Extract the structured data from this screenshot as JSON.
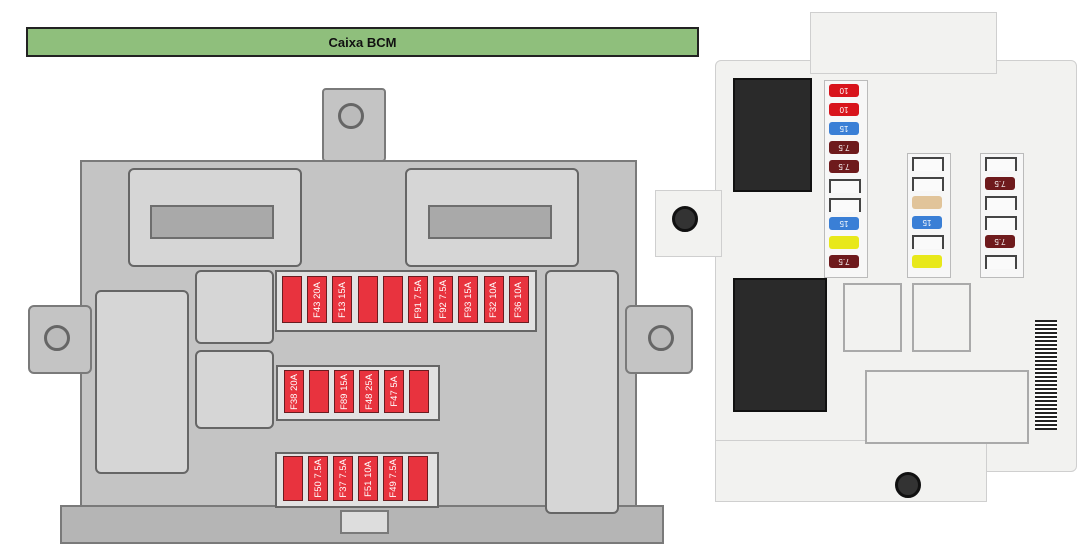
{
  "title": "Caixa BCM",
  "diagram": {
    "row1": [
      "",
      "F43 20A",
      "F13 15A",
      "",
      "",
      "F91 7.5A",
      "F92 7.5A",
      "F93 15A",
      "F32 10A",
      "F36 10A"
    ],
    "row2": [
      "F38 20A",
      "",
      "F89 15A",
      "F48 25A",
      "F47 5A",
      ""
    ],
    "row3": [
      "",
      "F50 7.5A",
      "F37 7.5A",
      "F51 10A",
      "F49 7.5A",
      ""
    ],
    "fuse_color": "#e8333e"
  },
  "photo": {
    "col1": [
      {
        "label": "10",
        "color": "#d8141c"
      },
      {
        "label": "10",
        "color": "#d8141c"
      },
      {
        "label": "15",
        "color": "#3a7fd6"
      },
      {
        "label": "7.5",
        "color": "#6e1a1c"
      },
      {
        "label": "7.5",
        "color": "#6e1a1c"
      },
      {
        "label": "",
        "color": ""
      },
      {
        "label": "",
        "color": ""
      },
      {
        "label": "15",
        "color": "#3a7fd6"
      },
      {
        "label": "",
        "color": "#e8e81a"
      },
      {
        "label": "7.5",
        "color": "#6e1a1c"
      }
    ],
    "col2": [
      {
        "label": "",
        "color": ""
      },
      {
        "label": "",
        "color": ""
      },
      {
        "label": "",
        "color": "#e1c49a"
      },
      {
        "label": "15",
        "color": "#3a7fd6"
      },
      {
        "label": "",
        "color": ""
      },
      {
        "label": "",
        "color": "#e8e81a"
      }
    ],
    "col3": [
      {
        "label": "",
        "color": ""
      },
      {
        "label": "7.5",
        "color": "#6e1a1c"
      },
      {
        "label": "",
        "color": ""
      },
      {
        "label": "",
        "color": ""
      },
      {
        "label": "7.5",
        "color": "#6e1a1c"
      },
      {
        "label": "",
        "color": ""
      }
    ]
  }
}
